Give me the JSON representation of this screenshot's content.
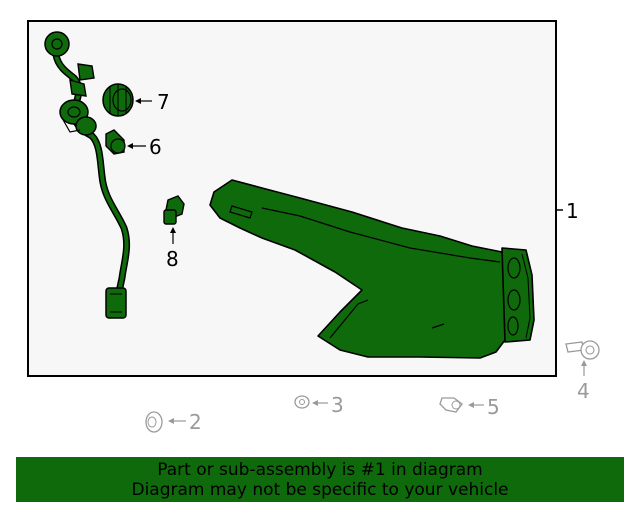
{
  "callouts": {
    "c1": "1",
    "c2": "2",
    "c3": "3",
    "c4": "4",
    "c5": "5",
    "c6": "6",
    "c7": "7",
    "c8": "8"
  },
  "banner": {
    "line1": "Part or sub-assembly is #1 in diagram",
    "line2": "Diagram may not be specific to your vehicle"
  },
  "colors": {
    "part_fill": "#0f6a0c",
    "frame_fill": "#f7f7f7",
    "inactive_gray": "#9a9a9a",
    "banner_bg": "#0f6a0c"
  }
}
